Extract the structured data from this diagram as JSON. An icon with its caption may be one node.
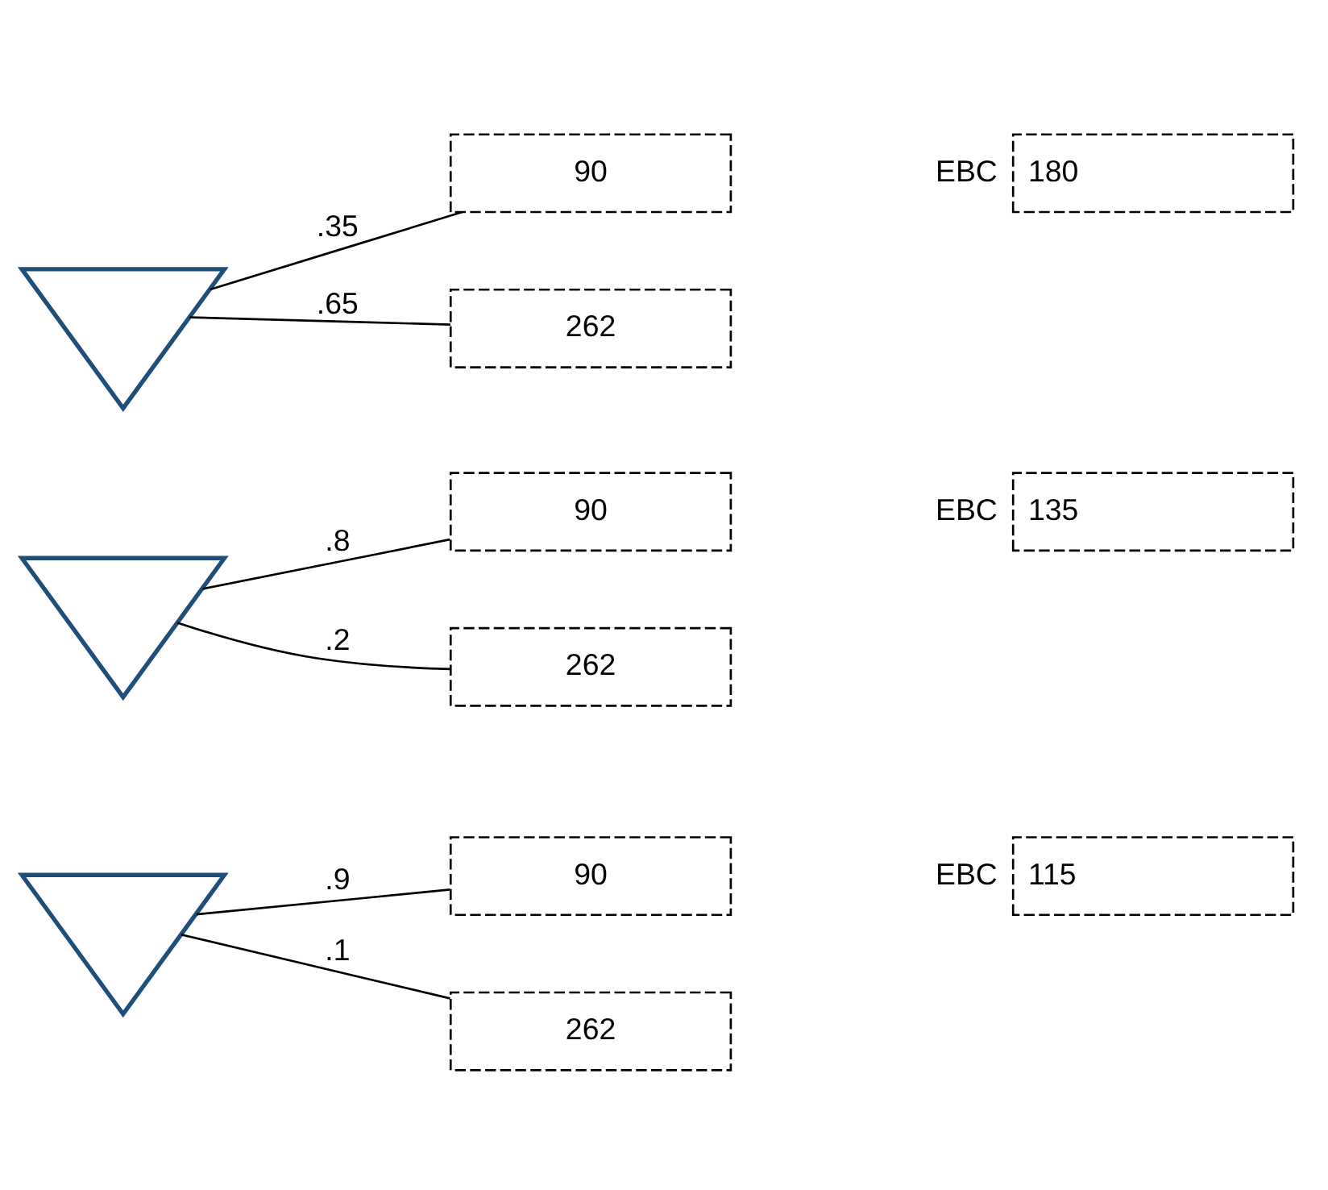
{
  "diagram": {
    "nodes": [
      {
        "text": [],
        "shape": "triangle"
      },
      {
        "text": [
          "262"
        ]
      },
      {
        "text": [
          "90"
        ]
      },
      {
        "text": [
          "180"
        ],
        "beside": [
          "EBC"
        ]
      },
      {
        "text": [],
        "shape": "triangle"
      },
      {
        "text": [
          "262"
        ]
      },
      {
        "text": [
          "90"
        ]
      },
      {
        "text": [
          "135"
        ],
        "beside": [
          "EBC"
        ]
      },
      {
        "text": [],
        "shape": "triangle"
      },
      {
        "text": [
          "262"
        ]
      },
      {
        "text": [
          "90"
        ]
      },
      {
        "text": [
          "115"
        ],
        "beside": [
          "EBC"
        ]
      }
    ],
    "edges": [
      {
        "from": 0,
        "to": 1,
        "arrow": "none",
        "label": ".65"
      },
      {
        "from": 0,
        "to": 2,
        "arrow": "none",
        "label": ".35"
      },
      {
        "from": 4,
        "to": 5,
        "arrow": "none",
        "label": ".2"
      },
      {
        "from": 4,
        "to": 6,
        "arrow": "none",
        "label": ".8"
      },
      {
        "from": 8,
        "to": 9,
        "arrow": "none",
        "label": ".1"
      },
      {
        "from": 8,
        "to": 10,
        "arrow": "none",
        "label": ".9"
      }
    ]
  }
}
